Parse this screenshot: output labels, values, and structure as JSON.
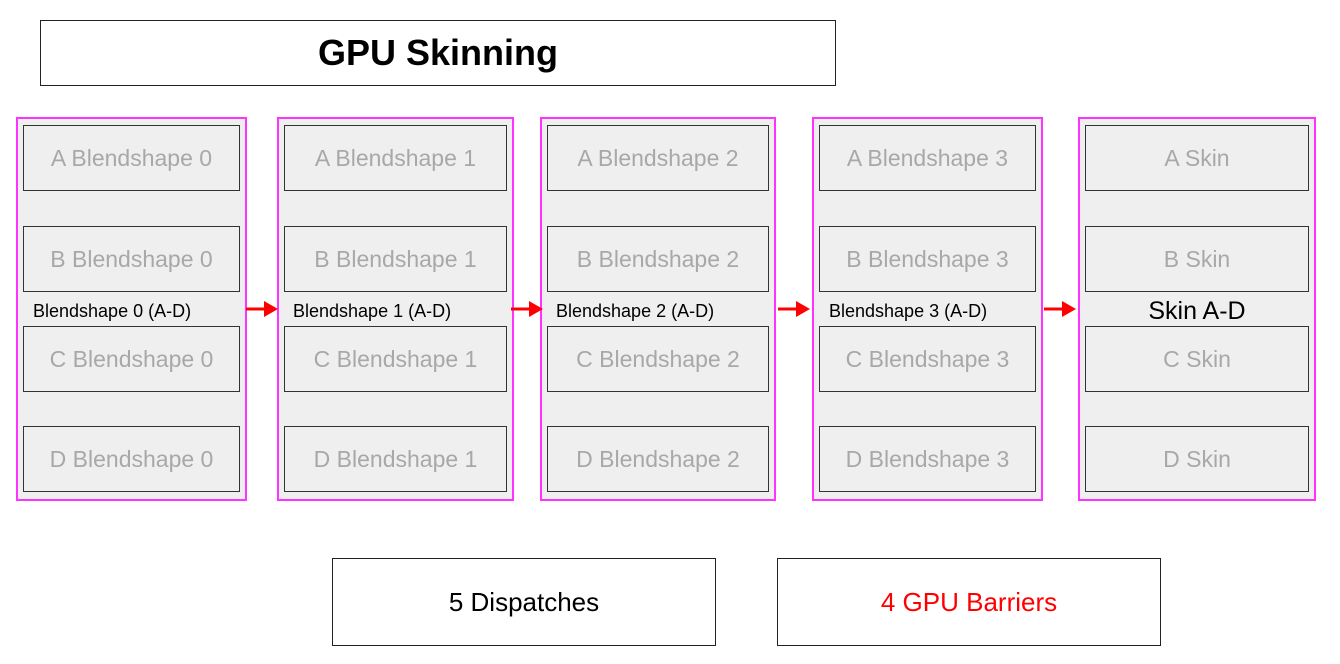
{
  "title": "GPU Skinning",
  "colors": {
    "group_border": "#ff33ff",
    "arrow": "#ff0000",
    "barrier_text": "#ff0000"
  },
  "groups": [
    {
      "label": "Blendshape 0 (A-D)",
      "items": [
        "A Blendshape 0",
        "B Blendshape 0",
        "C Blendshape 0",
        "D Blendshape 0"
      ]
    },
    {
      "label": "Blendshape 1 (A-D)",
      "items": [
        "A Blendshape 1",
        "B Blendshape 1",
        "C Blendshape 1",
        "D Blendshape 1"
      ]
    },
    {
      "label": "Blendshape 2 (A-D)",
      "items": [
        "A Blendshape 2",
        "B Blendshape 2",
        "C Blendshape 2",
        "D Blendshape 2"
      ]
    },
    {
      "label": "Blendshape 3 (A-D)",
      "items": [
        "A Blendshape 3",
        "B Blendshape 3",
        "C Blendshape 3",
        "D Blendshape 3"
      ]
    },
    {
      "label": "Skin A-D",
      "items": [
        "A Skin",
        "B Skin",
        "C Skin",
        "D Skin"
      ]
    }
  ],
  "summary": {
    "dispatches": "5 Dispatches",
    "barriers": "4 GPU Barriers"
  }
}
